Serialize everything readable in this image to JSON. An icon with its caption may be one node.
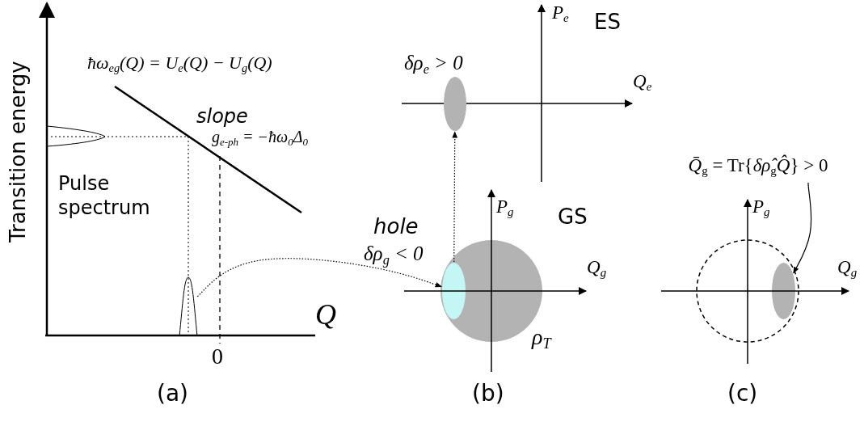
{
  "diagram": {
    "nodes": [
      {
        "text": [],
        "shape": "picture"
      },
      {
        "text": [],
        "shape": "ellipse"
      },
      {
        "text": [],
        "shape": "ellipse"
      },
      {
        "text": [
          "*Q̄*$_{g}$ = Tr{*δρ̂*$_{g}$*Q̂*} > 0"
        ]
      },
      {
        "text": [],
        "shape": "ellipse"
      }
    ],
    "edges": [
      {
        "from": 0,
        "to": 1,
        "arrow": "to",
        "style": "dashed"
      },
      {
        "from": 1,
        "to": 2,
        "arrow": "to",
        "style": "dashed"
      },
      {
        "from": 3,
        "to": 4,
        "arrow": "to"
      }
    ],
    "labels": [
      "Transition energy",
      "ħω$_{eg}$(Q) = U$_{e}$(Q) − U$_{g}$(Q)",
      "slope",
      "g$_{e-ph}$ = −ħω$_{0}$Δ$_{0}$",
      "Pulse spectrum",
      "Q",
      "0",
      "(a)",
      "P$_{e}$",
      "ES",
      "δρ$_{e}$ > 0",
      "Q$_{e}$",
      "hole",
      "δρ$_{g}$ < 0",
      "P$_{g}$",
      "GS",
      "Q$_{g}$",
      "ρ$_{T}$",
      "(b)",
      "P$_{g}$",
      "Q$_{g}$",
      "(c)"
    ]
  }
}
